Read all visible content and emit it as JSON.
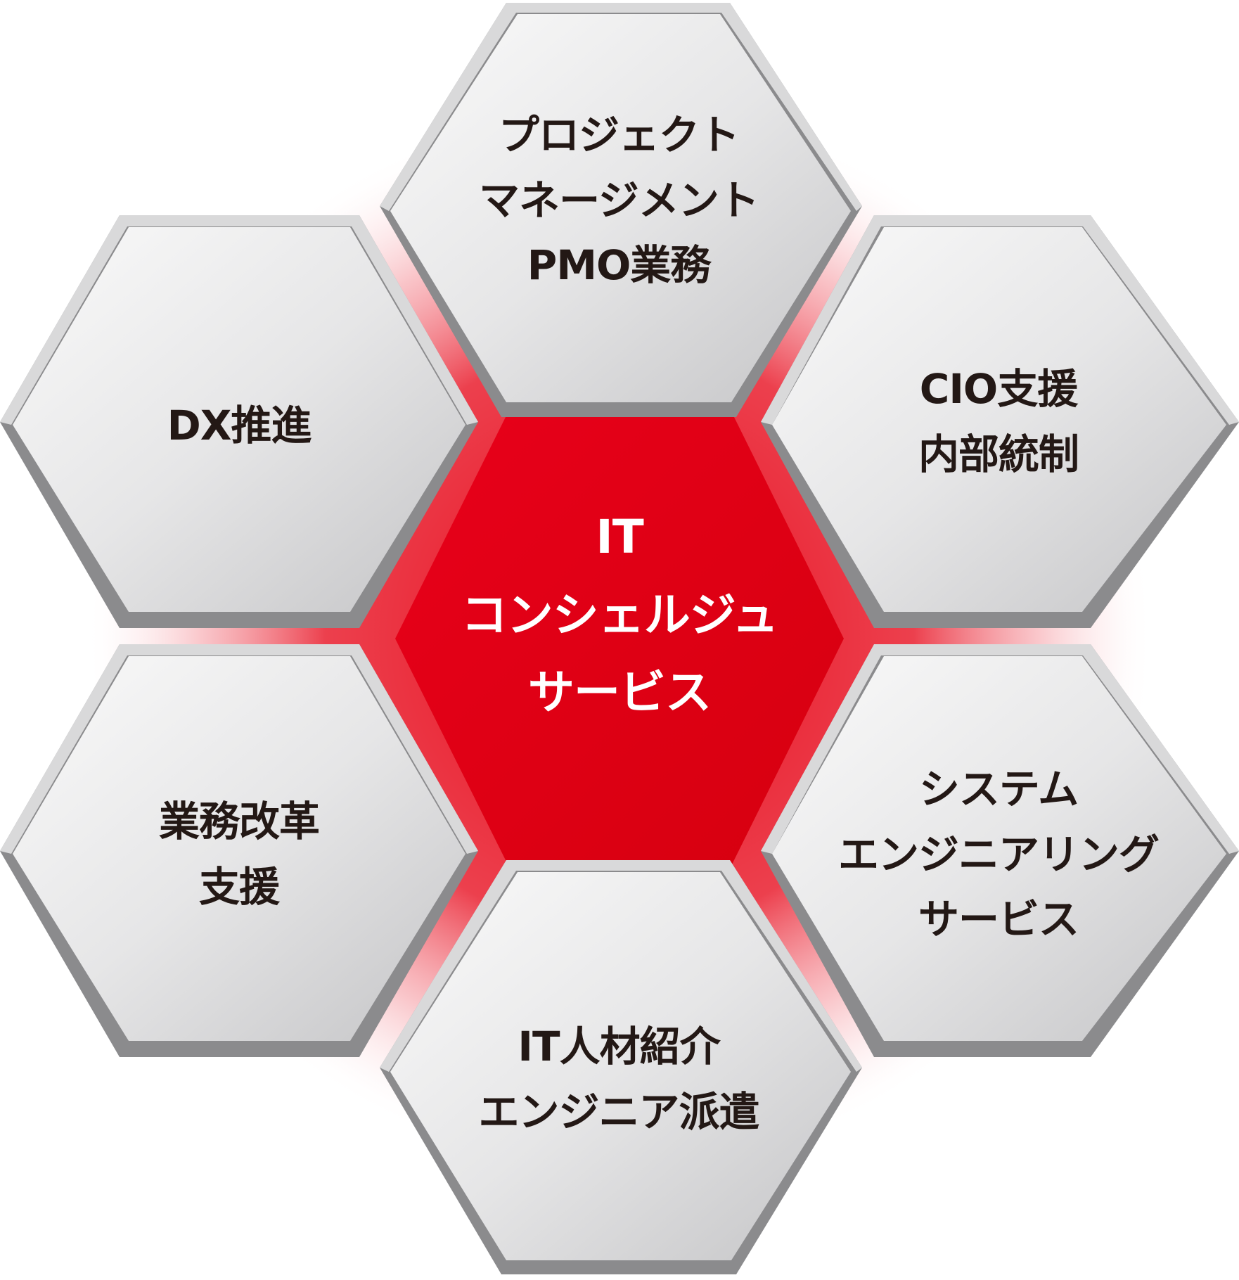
{
  "center": {
    "lines": [
      "IT",
      "コンシェルジュ",
      "サービス"
    ],
    "color": "#e60012"
  },
  "services": {
    "top": {
      "lines": [
        "プロジェクト",
        "マネージメント",
        "PMO業務"
      ]
    },
    "upper_right": {
      "lines": [
        "CIO支援",
        "内部統制"
      ]
    },
    "lower_right": {
      "lines": [
        "システム",
        "エンジニアリング",
        "サービス"
      ]
    },
    "bottom": {
      "lines": [
        "IT人材紹介",
        "エンジニア派遣"
      ]
    },
    "lower_left": {
      "lines": [
        "業務改革",
        "支援"
      ]
    },
    "upper_left": {
      "lines": [
        "DX推進"
      ]
    }
  },
  "colors": {
    "text": "#231815",
    "glow": "#e60012",
    "hex_face_light": "#f7f7f8",
    "hex_face_dark": "#c9c9cb",
    "hex_bevel": "#8a8a8c"
  }
}
